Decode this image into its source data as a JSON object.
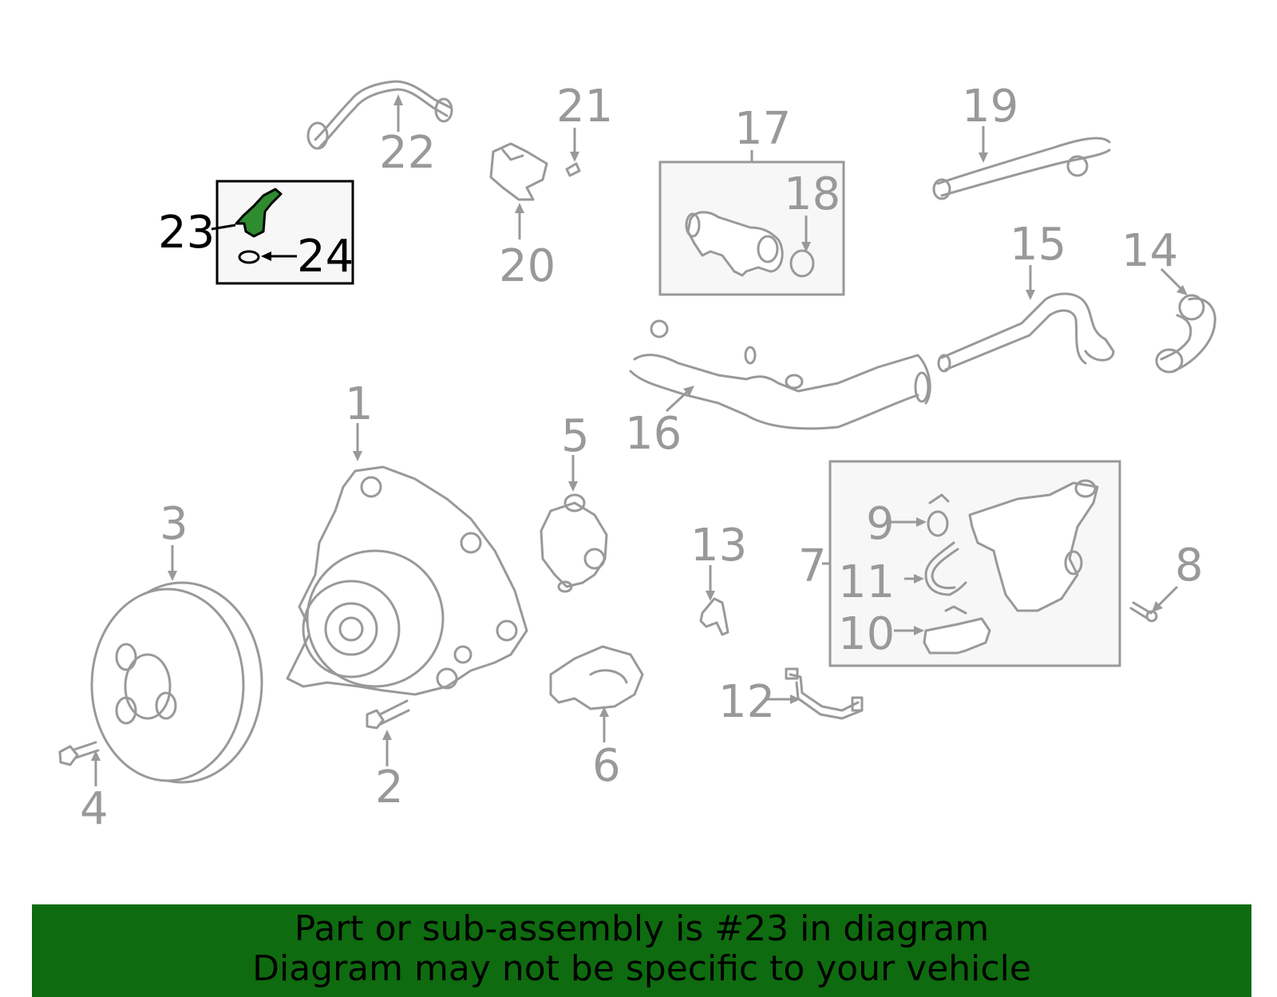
{
  "callouts": {
    "c1": "1",
    "c2": "2",
    "c3": "3",
    "c4": "4",
    "c5": "5",
    "c6": "6",
    "c7": "7",
    "c8": "8",
    "c9": "9",
    "c10": "10",
    "c11": "11",
    "c12": "12",
    "c13": "13",
    "c14": "14",
    "c15": "15",
    "c16": "16",
    "c17": "17",
    "c18": "18",
    "c19": "19",
    "c20": "20",
    "c21": "21",
    "c22": "22",
    "c23": "23",
    "c24": "24"
  },
  "highlight": {
    "part_number": "23",
    "color": "#2e8b2e"
  },
  "colors": {
    "banner": "#0f6b0f",
    "line": "#999999",
    "box_fill": "#f7f7f7"
  },
  "banner": {
    "line1": "Part or sub-assembly is #23 in diagram",
    "line2": "Diagram may not be specific to your vehicle"
  }
}
